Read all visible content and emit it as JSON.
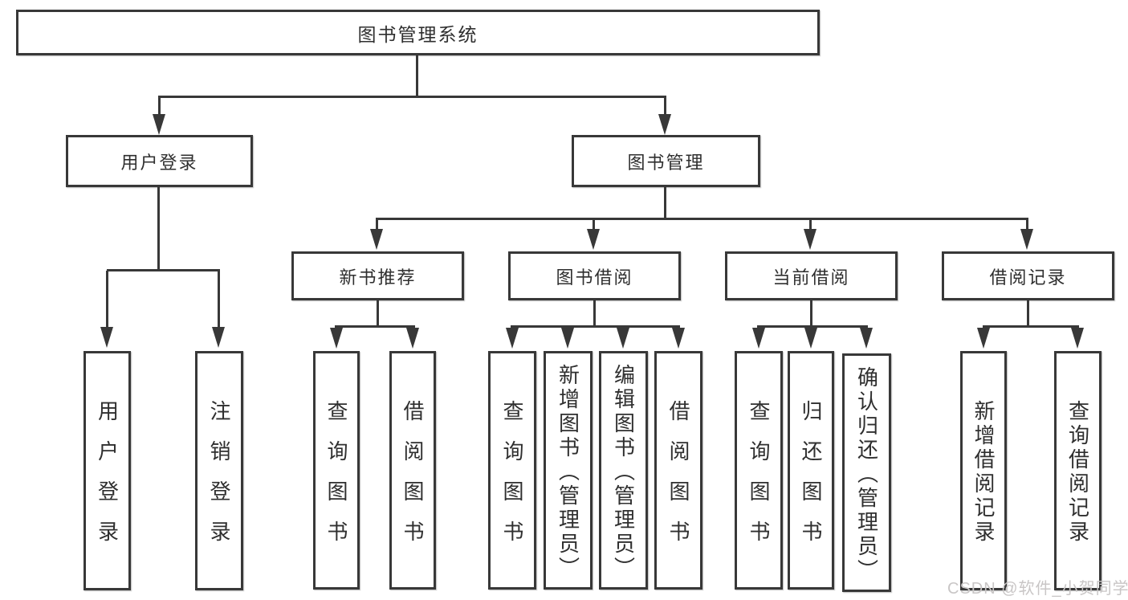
{
  "diagram": {
    "type": "tree-flowchart",
    "colors": {
      "line": "#383838",
      "box_border": "#383838",
      "box_fill": "#ffffff",
      "text": "#2f2f2f",
      "watermark": "#c9c6c6",
      "background": "#ffffff"
    },
    "root": {
      "label": "图书管理系统",
      "children": [
        {
          "label": "用户登录",
          "children": [
            {
              "label": "用户登录"
            },
            {
              "label": "注销登录"
            }
          ]
        },
        {
          "label": "图书管理",
          "children": [
            {
              "label": "新书推荐",
              "children": [
                {
                  "label": "查询图书"
                },
                {
                  "label": "借阅图书"
                }
              ]
            },
            {
              "label": "图书借阅",
              "children": [
                {
                  "label": "查询图书"
                },
                {
                  "label": "新增图书（管理员）"
                },
                {
                  "label": "编辑图书（管理员）"
                },
                {
                  "label": "借阅图书"
                }
              ]
            },
            {
              "label": "当前借阅",
              "children": [
                {
                  "label": "查询图书"
                },
                {
                  "label": "归还图书"
                },
                {
                  "label": "确认归还（管理员）"
                }
              ]
            },
            {
              "label": "借阅记录",
              "children": [
                {
                  "label": "新增借阅记录"
                },
                {
                  "label": "查询借阅记录"
                }
              ]
            }
          ]
        }
      ]
    },
    "watermark": "CSDN @软件_小贺同学"
  }
}
